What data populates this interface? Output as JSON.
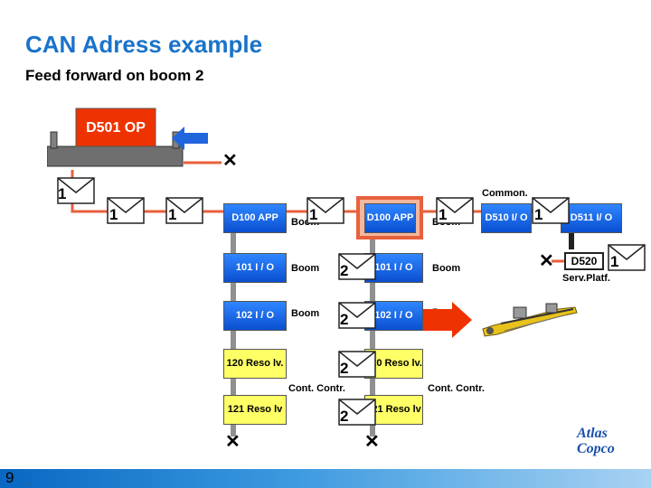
{
  "title": "CAN Adress example",
  "subtitle": "Feed forward on boom 2",
  "page_number": "9",
  "footer_dots": "..",
  "op_panel": {
    "label": "D501 OP"
  },
  "nodes": {
    "app1": "D100 APP",
    "app2": "D100 APP",
    "io101a": "101 I / O",
    "io102a": "102 I / O",
    "io101b": "101 I / O",
    "io102b": "102 I / O",
    "reso120": "120 Reso lv.",
    "reso121": "121 Reso lv",
    "reso220": "220 Reso lv.",
    "reso221": "221 Reso lv",
    "d510": "D510 I/ O",
    "d511": "D511 I/ O",
    "d520": "D520"
  },
  "labels": {
    "boom_1a": "Boom",
    "boom_1b": "Boom",
    "boom_1c": "Boom",
    "boom_2a": "Boom",
    "boom_2b": "Boom",
    "boom_2c": "Boom",
    "cont1": "Cont. Contr.",
    "cont2": "Cont. Contr.",
    "common": "Common.",
    "servplatf": "Serv.Platf."
  },
  "messages": {
    "m1": "1",
    "m2": "1",
    "m3": "1",
    "m4": "1",
    "m5": "1",
    "m6": "1",
    "m7": "1",
    "m8": "2",
    "m9": "2",
    "m10": "2",
    "m11": "2"
  },
  "logo_text": "Atlas Copco",
  "colors": {
    "title": "#1a73c9",
    "can_line": "#e8603c",
    "node_blue": "#1f6fe8",
    "op_red": "#ee3300",
    "reso_yellow": "#ffff66",
    "highlight": "#e8603c",
    "arrow_blue": "#2266dd"
  }
}
